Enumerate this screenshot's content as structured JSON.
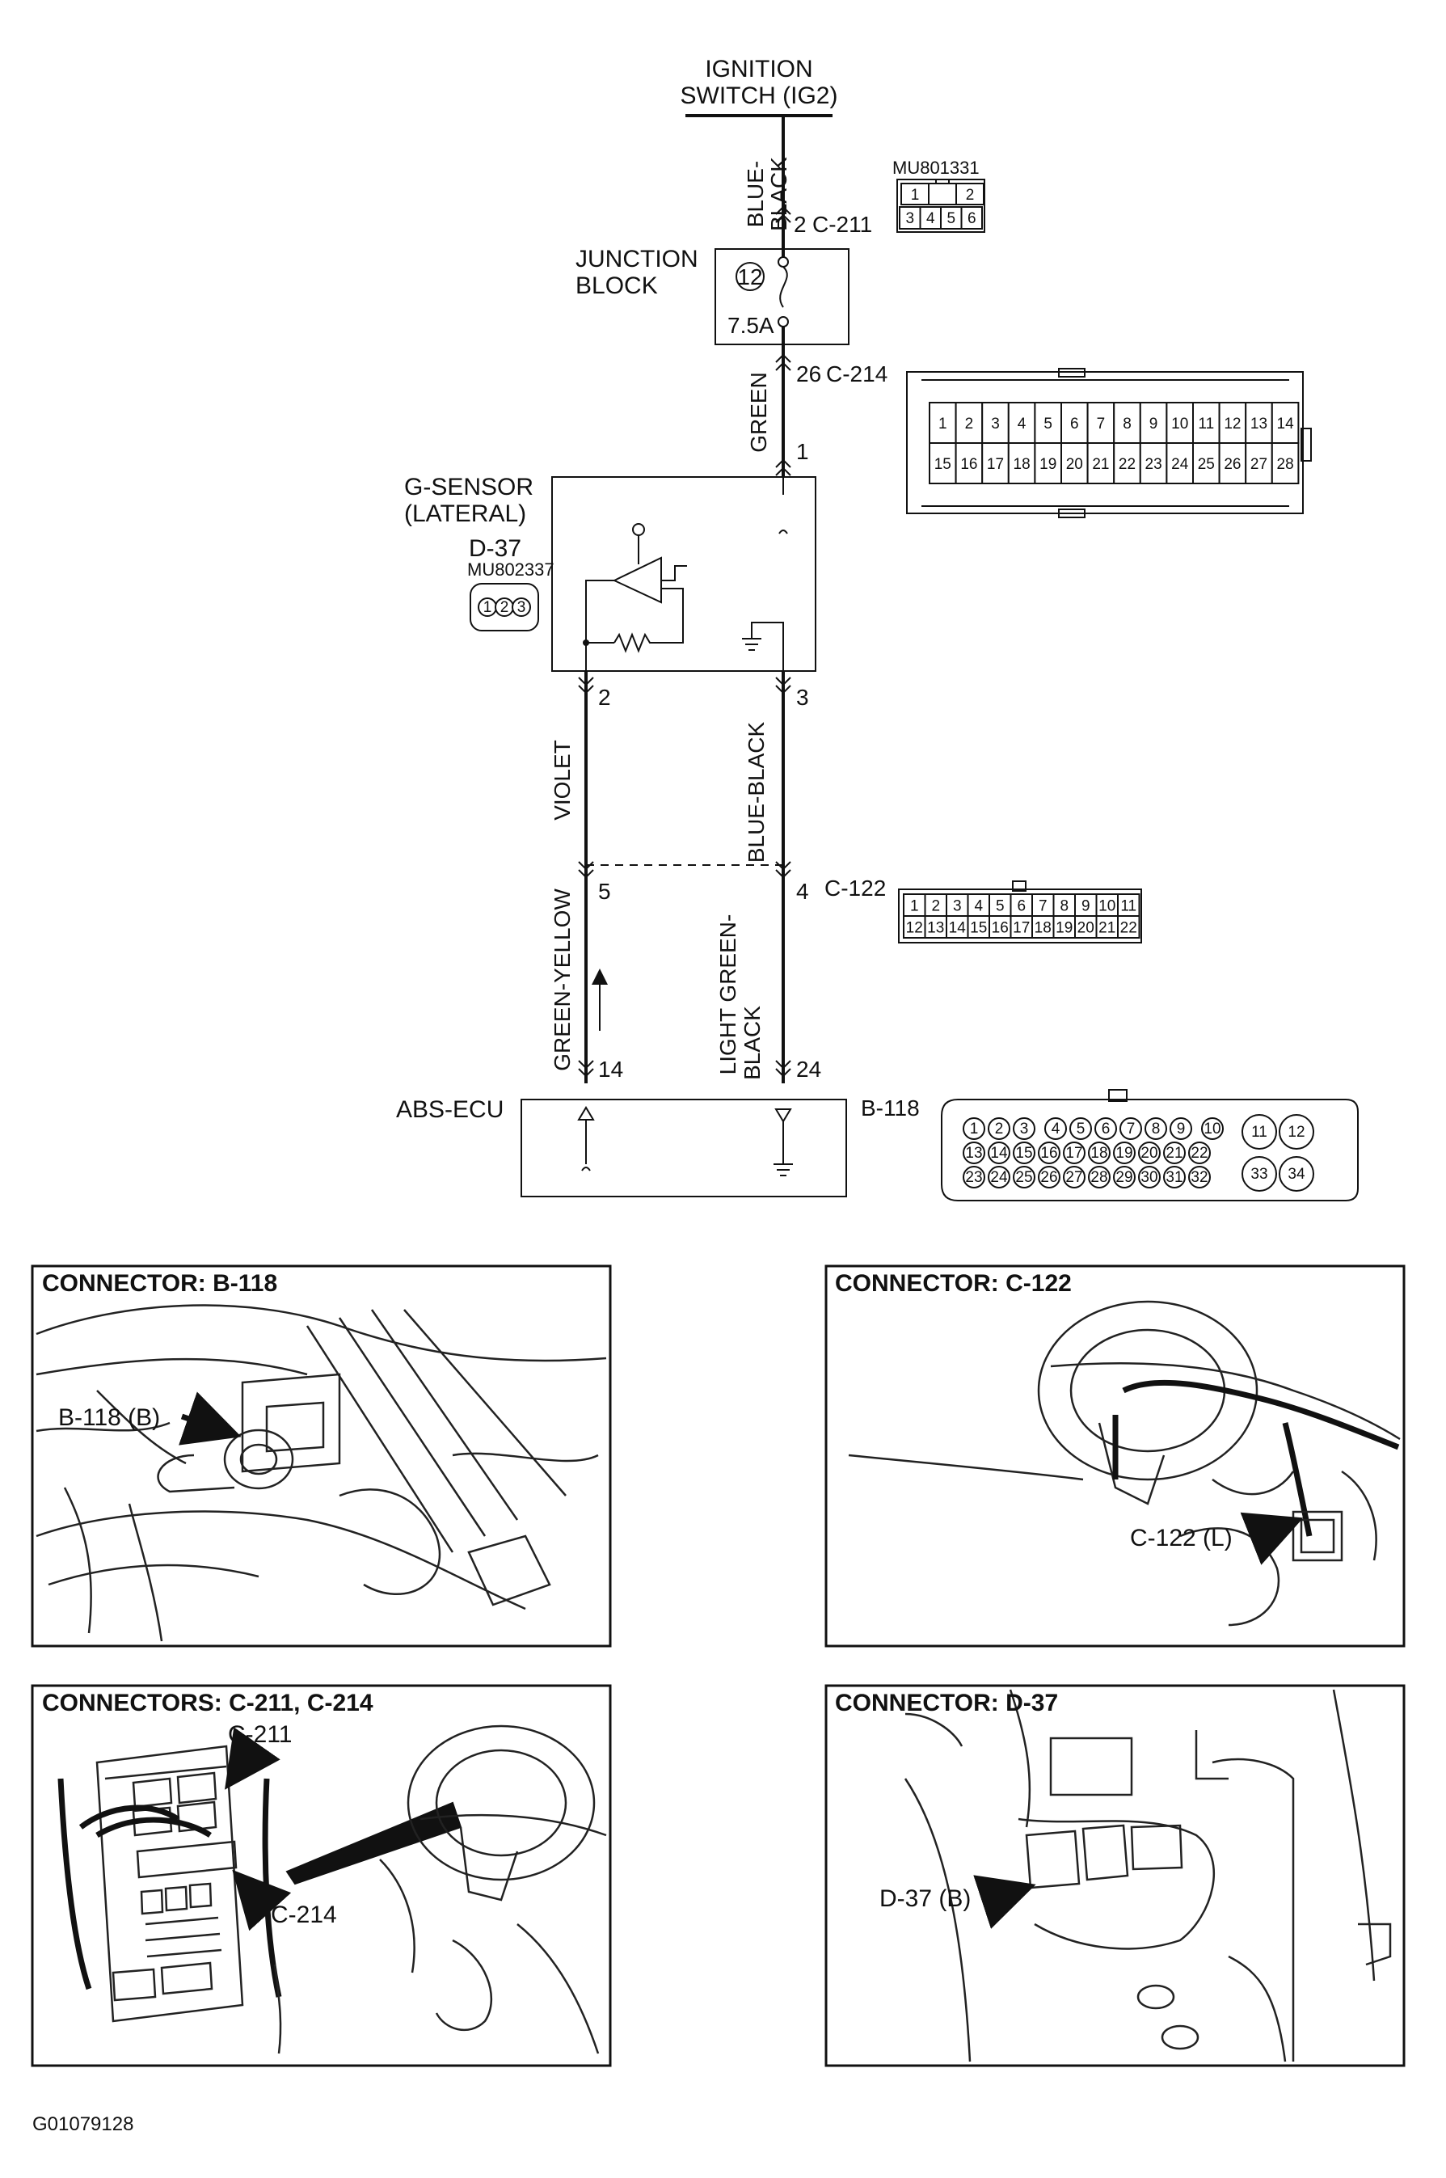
{
  "figure_id": "G01079128",
  "power_source": {
    "line1": "IGNITION",
    "line2": "SWITCH (IG2)"
  },
  "junction_block": {
    "line1": "JUNCTION",
    "line2": "BLOCK",
    "fuse_number": "12",
    "fuse_rating": "7.5A"
  },
  "g_sensor": {
    "line1": "G-SENSOR",
    "line2": "(LATERAL)",
    "connector": "D-37",
    "part_no": "MU802337",
    "pins": [
      "1",
      "2",
      "3"
    ]
  },
  "abs_ecu": {
    "label": "ABS-ECU",
    "connector": "B-118"
  },
  "wires": {
    "blue_black_top": "BLUE-BLACK",
    "green": "GREEN",
    "violet": "VIOLET",
    "blue_black_mid": "BLUE-BLACK",
    "green_yellow": "GREEN-YELLOW",
    "light_green_black_1": "LIGHT GREEN-",
    "light_green_black_2": "BLACK"
  },
  "pin_labels": {
    "c211_pin": "2",
    "c211": "C-211",
    "c214_pin": "26",
    "c214": "C-214",
    "sensor_pin_1": "1",
    "sensor_pin_2": "2",
    "sensor_pin_3": "3",
    "c122_pin_5": "5",
    "c122_pin_4": "4",
    "c122": "C-122",
    "ecu_pin_14": "14",
    "ecu_pin_24": "24"
  },
  "connector_c211": {
    "part_no": "MU801331",
    "row1": [
      "1",
      "",
      "2"
    ],
    "row2": [
      "3",
      "4",
      "5",
      "6"
    ]
  },
  "connector_c214": {
    "row1": [
      "1",
      "2",
      "3",
      "4",
      "5",
      "6",
      "7",
      "8",
      "9",
      "10",
      "11",
      "12",
      "13",
      "14"
    ],
    "row2": [
      "15",
      "16",
      "17",
      "18",
      "19",
      "20",
      "21",
      "22",
      "23",
      "24",
      "25",
      "26",
      "27",
      "28"
    ]
  },
  "connector_c122": {
    "row1": [
      "1",
      "2",
      "3",
      "4",
      "5",
      "6",
      "7",
      "8",
      "9",
      "10",
      "11"
    ],
    "row2": [
      "12",
      "13",
      "14",
      "15",
      "16",
      "17",
      "18",
      "19",
      "20",
      "21",
      "22"
    ]
  },
  "connector_b118": {
    "row1": [
      "1",
      "2",
      "3",
      "4",
      "5",
      "6",
      "7",
      "8",
      "9",
      "10",
      "11",
      "12"
    ],
    "row2": [
      "13",
      "14",
      "15",
      "16",
      "17",
      "18",
      "19",
      "20",
      "21",
      "22"
    ],
    "row3": [
      "23",
      "24",
      "25",
      "26",
      "27",
      "28",
      "29",
      "30",
      "31",
      "32",
      "33",
      "34"
    ]
  },
  "panels": {
    "b118": {
      "title": "CONNECTOR: B-118",
      "callout": "B-118 (B)"
    },
    "c122": {
      "title": "CONNECTOR: C-122",
      "callout": "C-122 (L)"
    },
    "c211_c214": {
      "title": "CONNECTORS: C-211, C-214",
      "callout_1": "C-211",
      "callout_2": "C-214"
    },
    "d37": {
      "title": "CONNECTOR: D-37",
      "callout": "D-37 (B)"
    }
  }
}
